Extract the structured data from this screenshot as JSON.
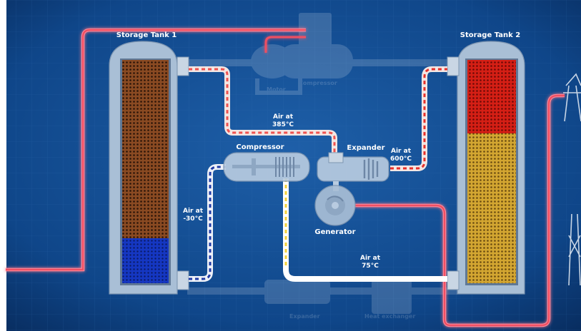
{
  "labels": {
    "tank1_title": "Storage Tank 1",
    "tank2_title": "Storage Tank 2",
    "compressor": "Compressor",
    "expander": "Expander",
    "generator": "Generator",
    "air_top_line1": "Air at",
    "air_top_line2": "385°C",
    "air_right_line1": "Air at",
    "air_right_line2": "600°C",
    "air_left_line1": "Air at",
    "air_left_line2": "-30°C",
    "air_bottom_line1": "Air at",
    "air_bottom_line2": "75°C",
    "ghost_motor": "Motor",
    "ghost_compressor": "Compressor",
    "ghost_expander": "Expander",
    "ghost_heat_exchanger": "Heat exchanger"
  },
  "colors": {
    "background": "#0b3a78",
    "tank_frame": "#a9bfd6",
    "pipe": "#c9d6e4",
    "warm_pipe": "#f0524f",
    "power_line": "#ef4f63",
    "cold_pipe": "#1f3aa6",
    "yellow_pipe": "#f4d23a",
    "tank1_upper": "#8a4a22",
    "tank1_lower": "#1537c2",
    "tank2_upper": "#d51f15",
    "tank2_lower": "#d3a631"
  },
  "storage": {
    "tank1_lower_fraction": 0.21,
    "tank2_upper_fraction": 0.33
  }
}
